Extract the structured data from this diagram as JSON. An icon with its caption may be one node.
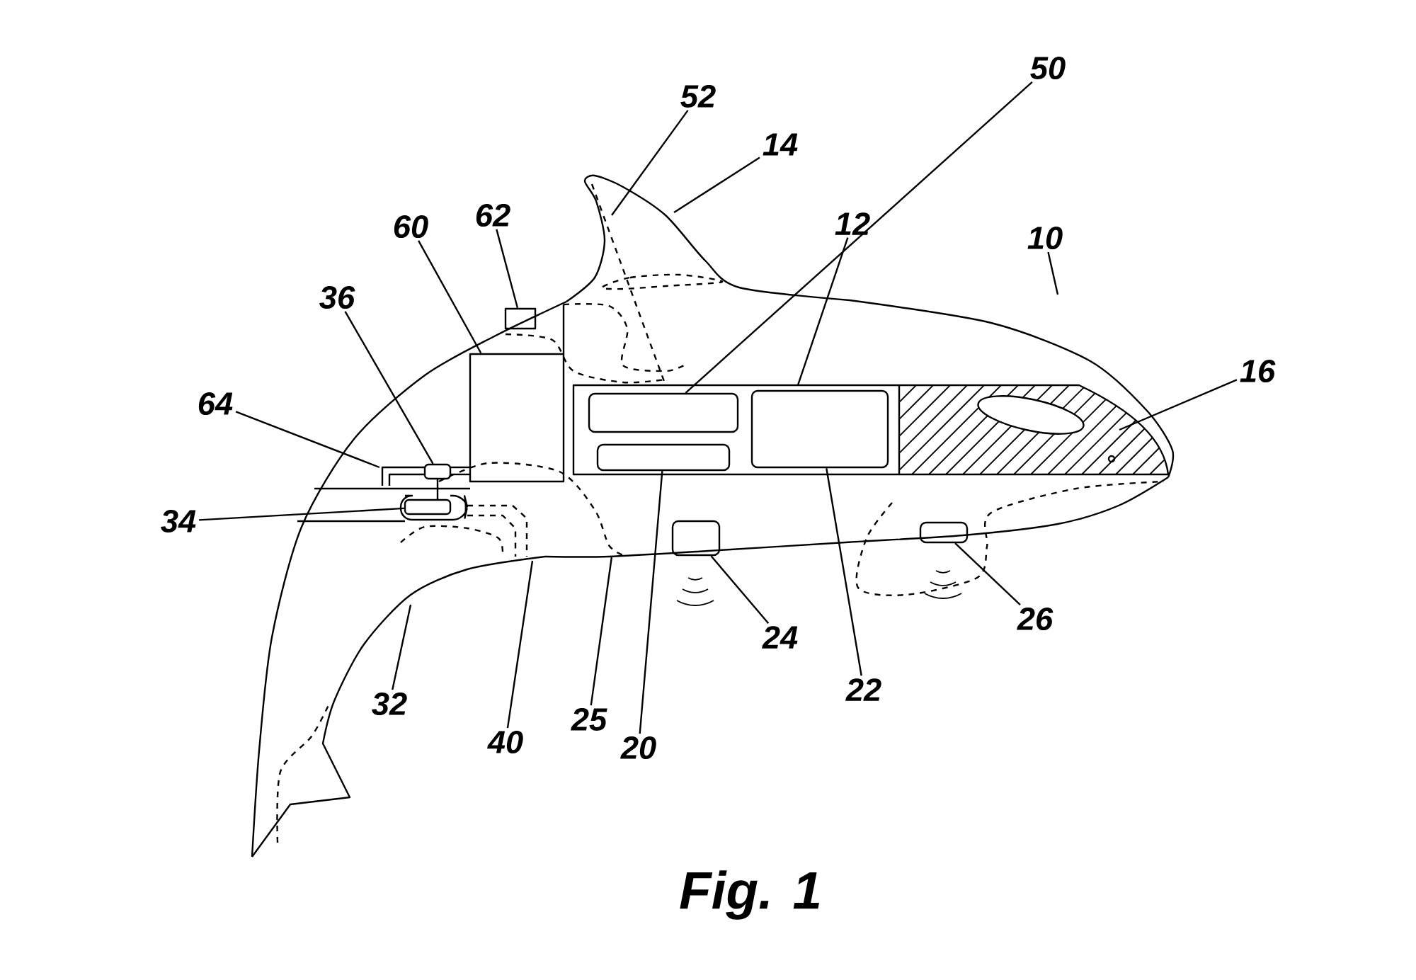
{
  "diagram": {
    "caption": "Fig. 1",
    "nodes": [
      {
        "text": [
          "52"
        ]
      },
      {
        "text": [
          "14"
        ]
      },
      {
        "text": [
          "50"
        ]
      },
      {
        "text": [
          "10"
        ]
      },
      {
        "text": [
          "12"
        ]
      },
      {
        "text": [
          "62"
        ]
      },
      {
        "text": [
          "60"
        ]
      },
      {
        "text": [
          "36"
        ]
      },
      {
        "text": [
          "16"
        ]
      },
      {
        "text": [
          "64"
        ]
      },
      {
        "text": [
          "34"
        ]
      },
      {
        "text": [
          "32"
        ]
      },
      {
        "text": [
          "24"
        ]
      },
      {
        "text": [
          "26"
        ]
      },
      {
        "text": [
          "40"
        ]
      },
      {
        "text": [
          "25"
        ]
      },
      {
        "text": [
          "22"
        ]
      },
      {
        "text": [
          "20"
        ]
      },
      {
        "text": [],
        "shape": "box"
      },
      {
        "text": [],
        "shape": "box",
        "in": 18
      },
      {
        "text": [],
        "shape": "box",
        "in": 18
      },
      {
        "text": [],
        "shape": "box",
        "in": 18
      },
      {
        "text": [],
        "shape": "box"
      },
      {
        "text": [],
        "shape": "box"
      },
      {
        "text": [],
        "shape": "box"
      },
      {
        "text": [],
        "shape": "box"
      },
      {
        "text": [],
        "shape": "box"
      },
      {
        "text": [],
        "shape": "box"
      },
      {
        "text": [],
        "shape": "box",
        "in": 18
      }
    ],
    "edges": [
      {
        "from": 0,
        "to": null,
        "arrow": "none"
      },
      {
        "from": 1,
        "to": null,
        "arrow": "none"
      },
      {
        "from": 2,
        "to": 19,
        "arrow": "none"
      },
      {
        "from": 3,
        "to": null,
        "arrow": "none"
      },
      {
        "from": 4,
        "to": 18,
        "arrow": "none"
      },
      {
        "from": 5,
        "to": 22,
        "arrow": "none"
      },
      {
        "from": 6,
        "to": 23,
        "arrow": "none"
      },
      {
        "from": 7,
        "to": 24,
        "arrow": "none"
      },
      {
        "from": 8,
        "to": 28,
        "arrow": "none"
      },
      {
        "from": 9,
        "to": null,
        "arrow": "none"
      },
      {
        "from": 10,
        "to": 25,
        "arrow": "none"
      },
      {
        "from": 11,
        "to": null,
        "arrow": "none"
      },
      {
        "from": 12,
        "to": 26,
        "arrow": "none"
      },
      {
        "from": 13,
        "to": 27,
        "arrow": "none"
      },
      {
        "from": 14,
        "to": null,
        "arrow": "none"
      },
      {
        "from": 15,
        "to": null,
        "arrow": "none"
      },
      {
        "from": 16,
        "to": 21,
        "arrow": "none"
      },
      {
        "from": 17,
        "to": 20,
        "arrow": "none"
      }
    ]
  }
}
